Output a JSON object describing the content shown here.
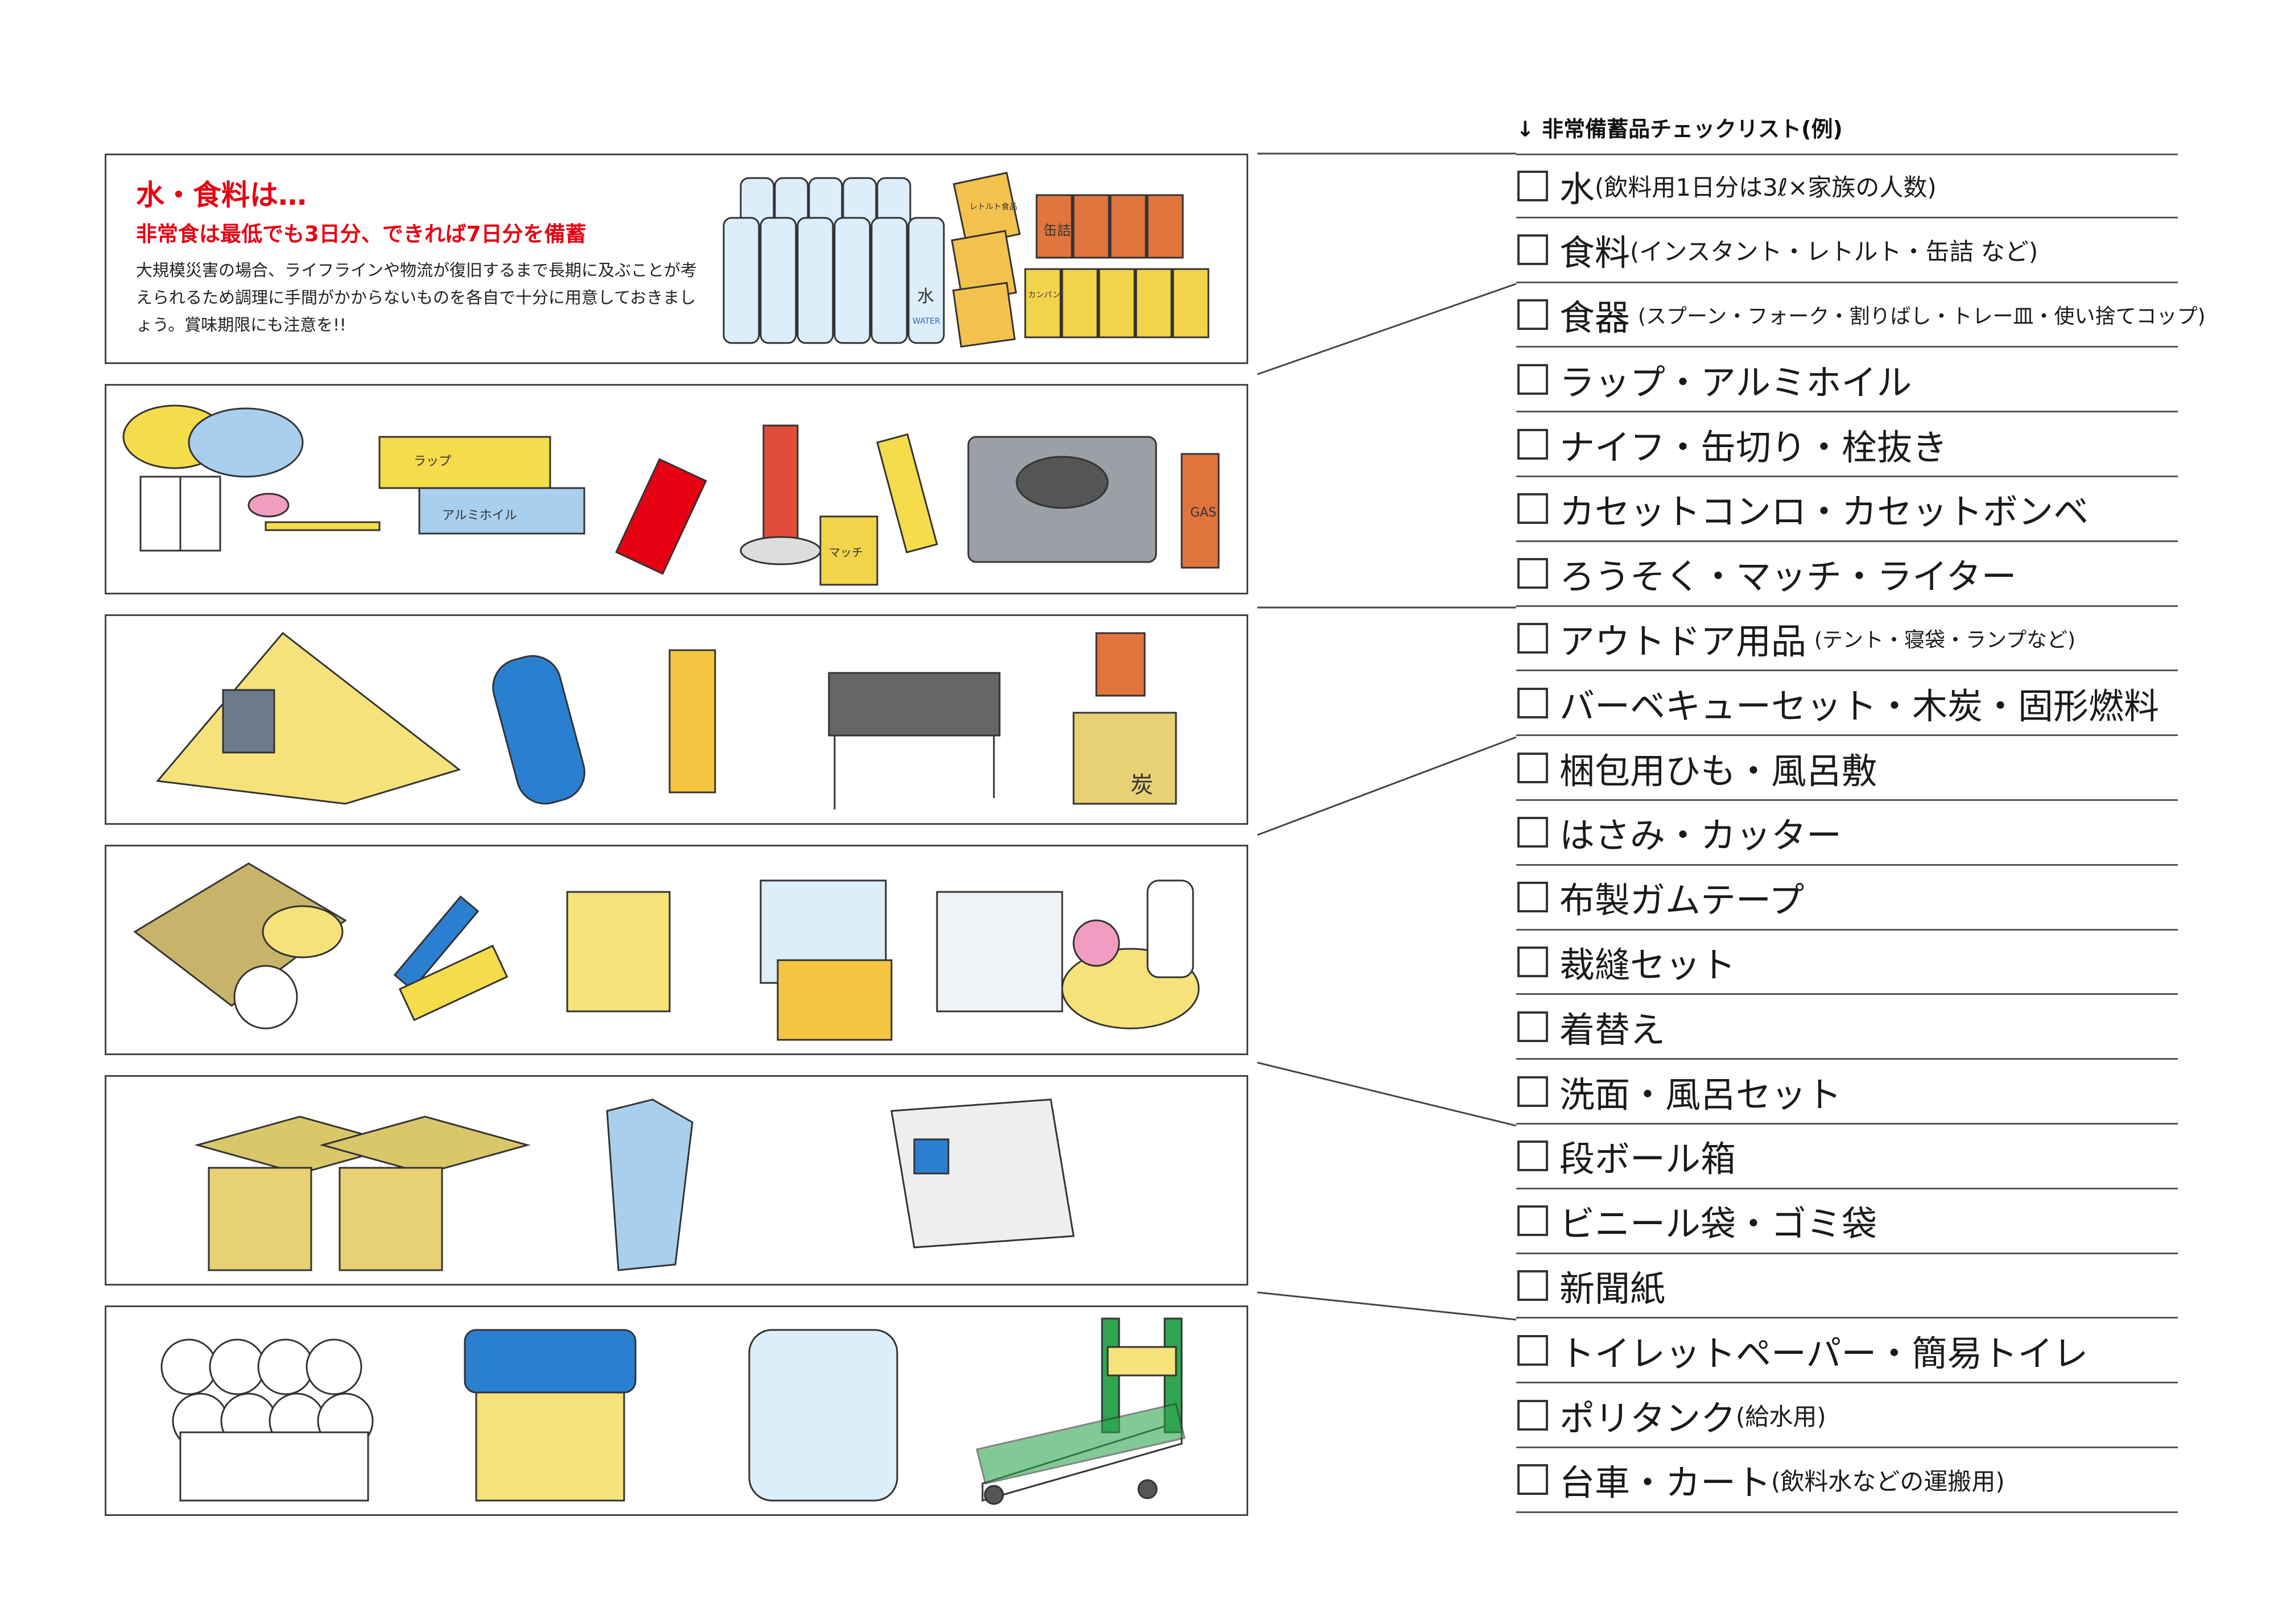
{
  "intro": {
    "title": "水・食料は…",
    "subtitle": "非常食は最低でも3日分、できれば7日分を備蓄",
    "body": "大規模災害の場合、ライフラインや物流が復旧するまで長期に及ぶことが考えられるため調理に手間がかからないものを各自で十分に用意しておきましょう。賞味期限にも注意を!!"
  },
  "illustration_labels": {
    "water": "水",
    "water_en": "WATER",
    "retort": "レトルト食品",
    "can": "缶詰",
    "kanpan": "カンパン",
    "wrap": "ラップ",
    "foil": "アルミホイル",
    "match": "マッチ",
    "gas": "GAS",
    "charcoal": "炭"
  },
  "checklist": {
    "header": "↓ 非常備蓄品チェックリスト(例)",
    "items": [
      {
        "main": "水",
        "note": "(飲料用1日分は3ℓ×家族の人数)"
      },
      {
        "main": "食料",
        "note": "(インスタント・レトルト・缶詰 など)"
      },
      {
        "main": "食器",
        "note": "(スプーン・フォーク・割りばし・トレー皿・使い捨てコップ)"
      },
      {
        "main": "ラップ・アルミホイル",
        "note": ""
      },
      {
        "main": "ナイフ・缶切り・栓抜き",
        "note": ""
      },
      {
        "main": "カセットコンロ・カセットボンベ",
        "note": ""
      },
      {
        "main": "ろうそく・マッチ・ライター",
        "note": ""
      },
      {
        "main": "アウトドア用品",
        "note": "(テント・寝袋・ランプなど)"
      },
      {
        "main": "バーベキューセット・木炭・固形燃料",
        "note": ""
      },
      {
        "main": "梱包用ひも・風呂敷",
        "note": ""
      },
      {
        "main": "はさみ・カッター",
        "note": ""
      },
      {
        "main": "布製ガムテープ",
        "note": ""
      },
      {
        "main": "裁縫セット",
        "note": ""
      },
      {
        "main": "着替え",
        "note": ""
      },
      {
        "main": "洗面・風呂セット",
        "note": ""
      },
      {
        "main": "段ボール箱",
        "note": ""
      },
      {
        "main": "ビニール袋・ゴミ袋",
        "note": ""
      },
      {
        "main": "新聞紙",
        "note": ""
      },
      {
        "main": "トイレットペーパー・簡易トイレ",
        "note": ""
      },
      {
        "main": "ポリタンク",
        "note": "(給水用)"
      },
      {
        "main": "台車・カート",
        "note": "(飲料水などの運搬用)"
      }
    ]
  },
  "colors": {
    "accent": "#e60012",
    "line": "#444444",
    "yellow": "#f5e27a",
    "blue": "#a8cfee",
    "khaki": "#d9c76a"
  }
}
